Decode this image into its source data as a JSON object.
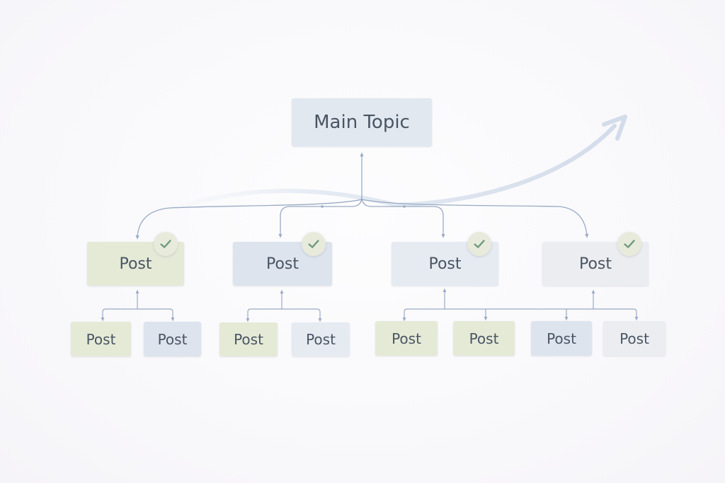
{
  "root": {
    "label": "Main Topic"
  },
  "posts": [
    {
      "label": "Post",
      "checked": true,
      "color": "#e5ead7"
    },
    {
      "label": "Post",
      "checked": true,
      "color": "#dde4ee"
    },
    {
      "label": "Post",
      "checked": true,
      "color": "#e6eaf1"
    },
    {
      "label": "Post",
      "checked": true,
      "color": "#ecedf0"
    }
  ],
  "subposts": [
    {
      "label": "Post",
      "color": "#e5ead7"
    },
    {
      "label": "Post",
      "color": "#dde4ee"
    },
    {
      "label": "Post",
      "color": "#e5ead7"
    },
    {
      "label": "Post",
      "color": "#e6eaf1"
    },
    {
      "label": "Post",
      "color": "#e5ead7"
    },
    {
      "label": "Post",
      "color": "#e5ead7"
    },
    {
      "label": "Post",
      "color": "#dde4ee"
    },
    {
      "label": "Post",
      "color": "#ecedf0"
    }
  ],
  "icons": {
    "check": "checkmark-icon",
    "growth_arrow": "trend-arrow-icon"
  },
  "colors": {
    "connector": "#9aabc4",
    "check_mark": "#6f9a7e",
    "arrow": "#dbe3ef"
  }
}
